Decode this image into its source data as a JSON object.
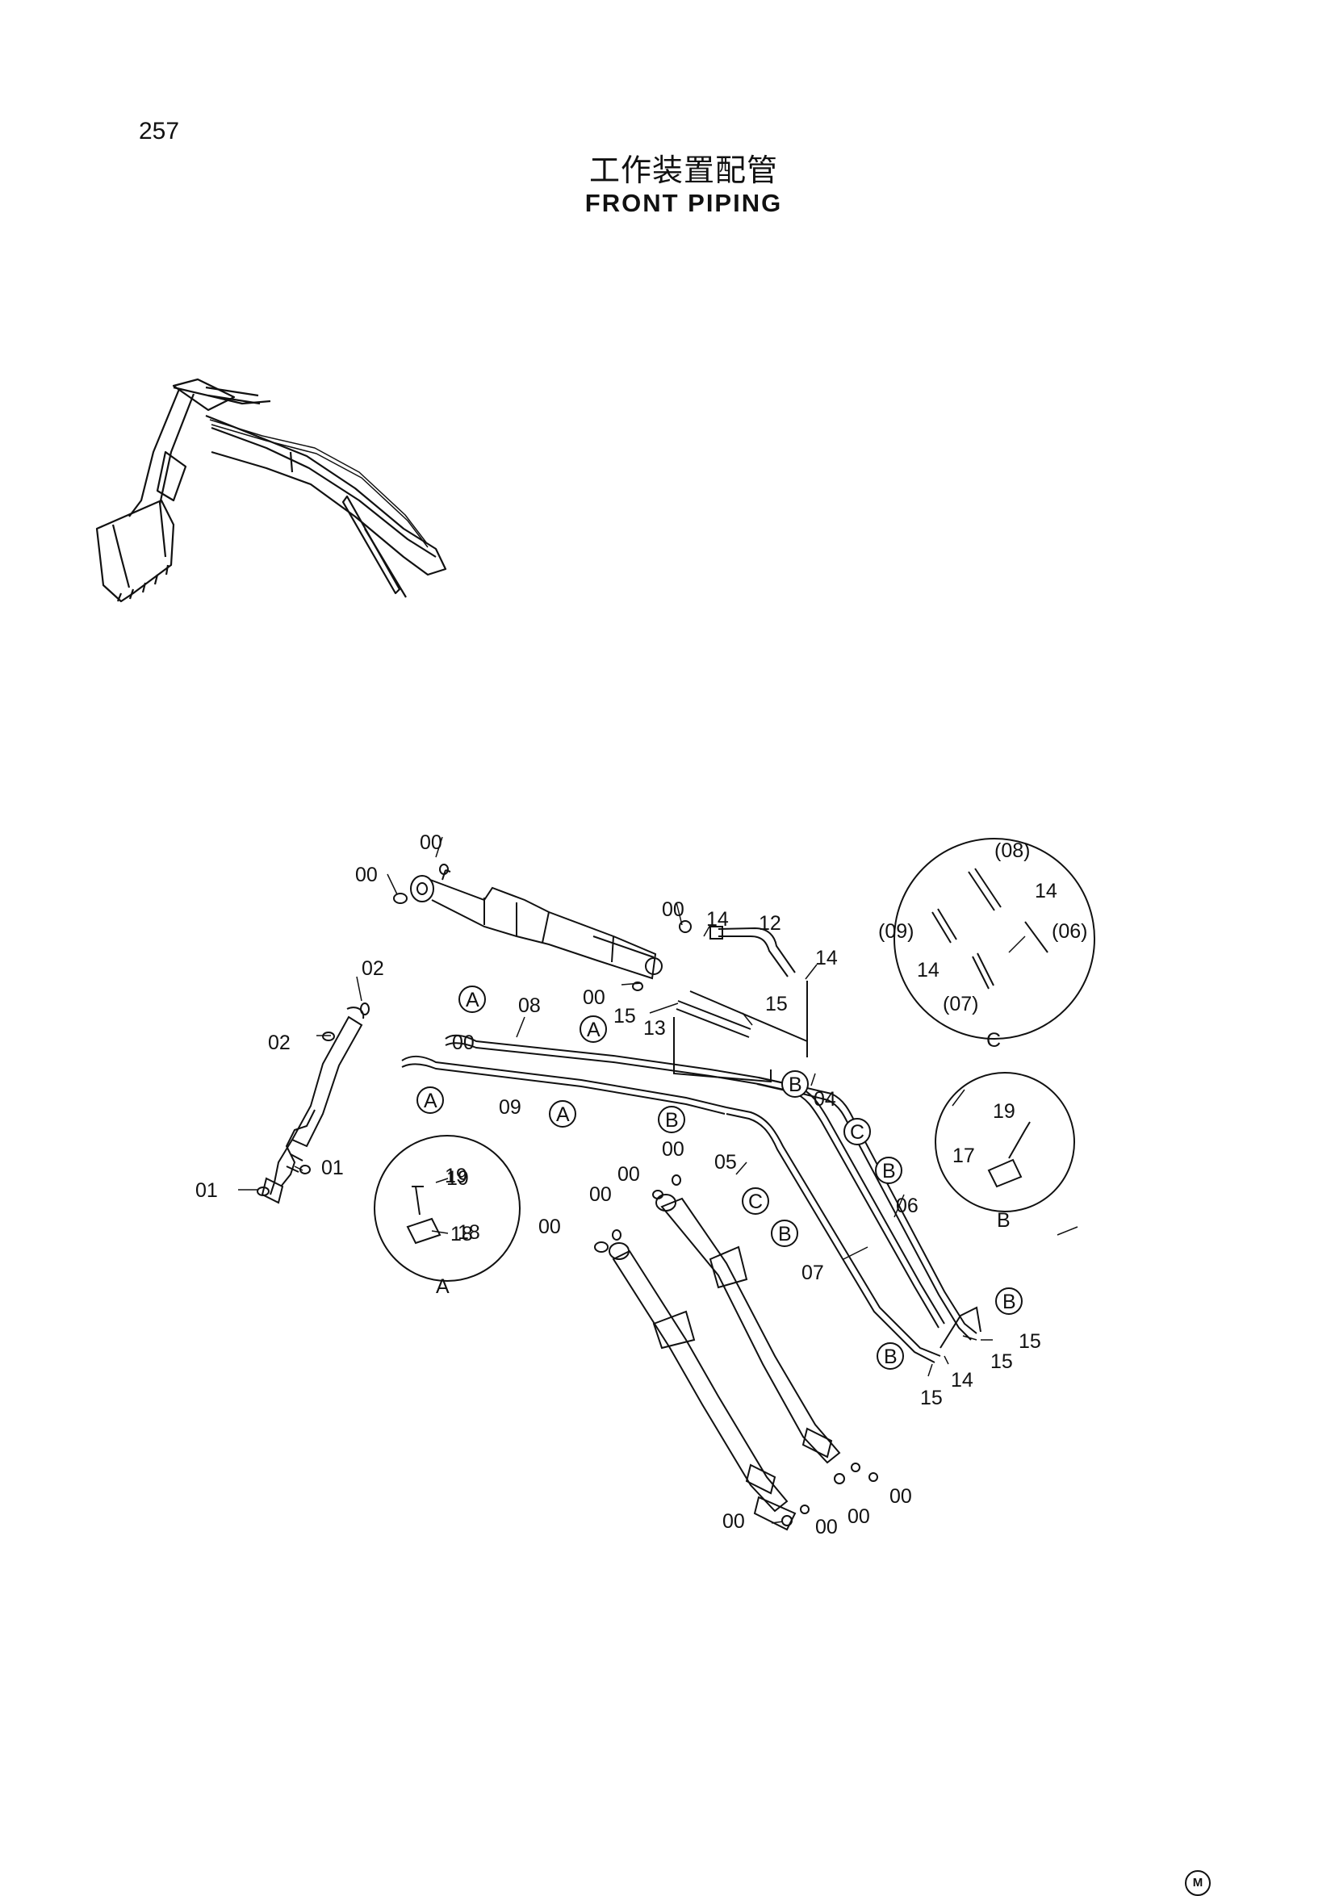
{
  "page": {
    "number": "257",
    "title_cn": "工作装置配管",
    "title_en": "FRONT PIPING",
    "mark": "M"
  },
  "callouts": [
    {
      "id": "c1",
      "label": "00"
    },
    {
      "id": "c2",
      "label": "00"
    },
    {
      "id": "c3",
      "label": "00"
    },
    {
      "id": "c4",
      "label": "14"
    },
    {
      "id": "c5",
      "label": "12"
    },
    {
      "id": "c6",
      "label": "14"
    },
    {
      "id": "c7",
      "label": "00"
    },
    {
      "id": "c8",
      "label": "15"
    },
    {
      "id": "c9",
      "label": "15"
    },
    {
      "id": "c10",
      "label": "13"
    },
    {
      "id": "c11",
      "label": "08"
    },
    {
      "id": "c12",
      "label": "02"
    },
    {
      "id": "c13",
      "label": "02"
    },
    {
      "id": "c14",
      "label": "09"
    },
    {
      "id": "c15",
      "label": "04"
    },
    {
      "id": "c16",
      "label": "00"
    },
    {
      "id": "c17",
      "label": "00"
    },
    {
      "id": "c18",
      "label": "05"
    },
    {
      "id": "c19",
      "label": "00"
    },
    {
      "id": "c20",
      "label": "00"
    },
    {
      "id": "c21",
      "label": "06"
    },
    {
      "id": "c22",
      "label": "01"
    },
    {
      "id": "c23",
      "label": "01"
    },
    {
      "id": "c24",
      "label": "19"
    },
    {
      "id": "c25",
      "label": "18"
    },
    {
      "id": "c26",
      "label": "00"
    },
    {
      "id": "c27",
      "label": "07"
    },
    {
      "id": "c28",
      "label": "15"
    },
    {
      "id": "c29",
      "label": "15"
    },
    {
      "id": "c30",
      "label": "14"
    },
    {
      "id": "c31",
      "label": "15"
    },
    {
      "id": "c32",
      "label": "00"
    },
    {
      "id": "c33",
      "label": "00"
    },
    {
      "id": "c34",
      "label": "00"
    },
    {
      "id": "c35",
      "label": "00"
    },
    {
      "id": "c36",
      "label": "00"
    }
  ],
  "detail_refs": [
    {
      "id": "r1",
      "label": "A"
    },
    {
      "id": "r2",
      "label": "A"
    },
    {
      "id": "r3",
      "label": "A"
    },
    {
      "id": "r4",
      "label": "A"
    },
    {
      "id": "r5",
      "label": "B"
    },
    {
      "id": "r6",
      "label": "B"
    },
    {
      "id": "r7",
      "label": "C"
    },
    {
      "id": "r8",
      "label": "B"
    },
    {
      "id": "r9",
      "label": "C"
    },
    {
      "id": "r10",
      "label": "B"
    },
    {
      "id": "r11",
      "label": "B"
    },
    {
      "id": "r12",
      "label": "B"
    }
  ],
  "detail_views": {
    "A": {
      "name": "A",
      "labels": [
        "19",
        "18"
      ]
    },
    "B": {
      "name": "B",
      "labels": [
        "19",
        "17"
      ]
    },
    "C": {
      "name": "C",
      "labels": [
        "(08)",
        "14",
        "(09)",
        "(06)",
        "14",
        "(07)"
      ]
    }
  }
}
